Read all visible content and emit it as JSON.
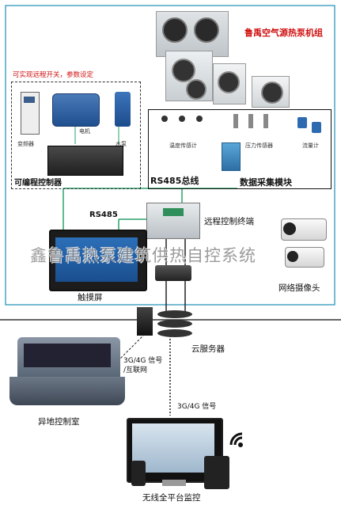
{
  "title": "鲁禹空气源热泵机组",
  "remote_note": "可实现远程开关，参数设定",
  "devices": {
    "inverter": "变频器",
    "motor": "电机",
    "pump": "水泵",
    "plc": "可编程控制器"
  },
  "sensors": {
    "temperature": "温度传感计",
    "pressure": "压力传感器",
    "flow": "流量计",
    "module": "数据采集模块"
  },
  "bus": {
    "rs485_bus": "RS485总线",
    "rs485": "RS485"
  },
  "terminal": "远程控制终端",
  "touchscreen": "触摸屏",
  "camera": "网络摄像头",
  "cloud": "云服务器",
  "link_ctrl_room": {
    "line1": "3G/4G 信号",
    "line2": "/互联网"
  },
  "link_mobile": "3G/4G 信号",
  "control_room": "异地控制室",
  "mobile_monitor": "无线全平台监控",
  "watermark": "鑫鲁禹热泵建筑供热自控系统"
}
